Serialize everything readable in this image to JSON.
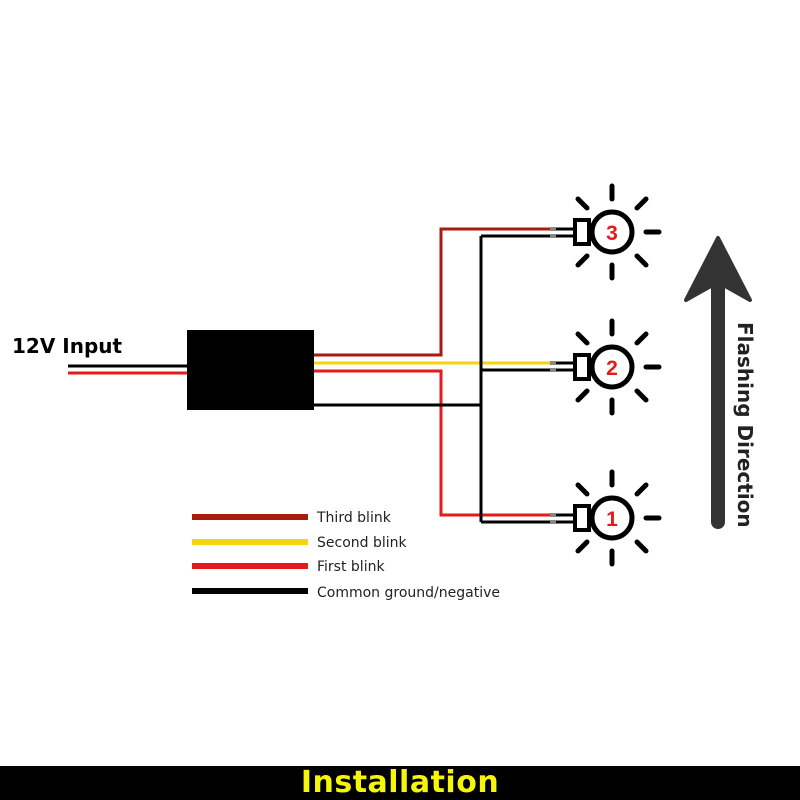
{
  "input_label": "12V Input",
  "direction_label": "Flashing Direction",
  "footer": {
    "title": "Installation"
  },
  "colors": {
    "third_blink": "#aa1a0f",
    "second_blink": "#f5d40c",
    "first_blink": "#e61a1a",
    "ground": "#000000",
    "bulb_number": "#e61a1a",
    "footer_text": "#f5f50a"
  },
  "bulbs": [
    {
      "number": "3",
      "icon": "bulb-icon"
    },
    {
      "number": "2",
      "icon": "bulb-icon"
    },
    {
      "number": "1",
      "icon": "bulb-icon"
    }
  ],
  "legend": [
    {
      "label": "Third blink",
      "color": "#aa1a0f"
    },
    {
      "label": "Second blink",
      "color": "#f5d40c"
    },
    {
      "label": "First blink",
      "color": "#e61a1a"
    },
    {
      "label": "Common ground/negative",
      "color": "#000000"
    }
  ]
}
